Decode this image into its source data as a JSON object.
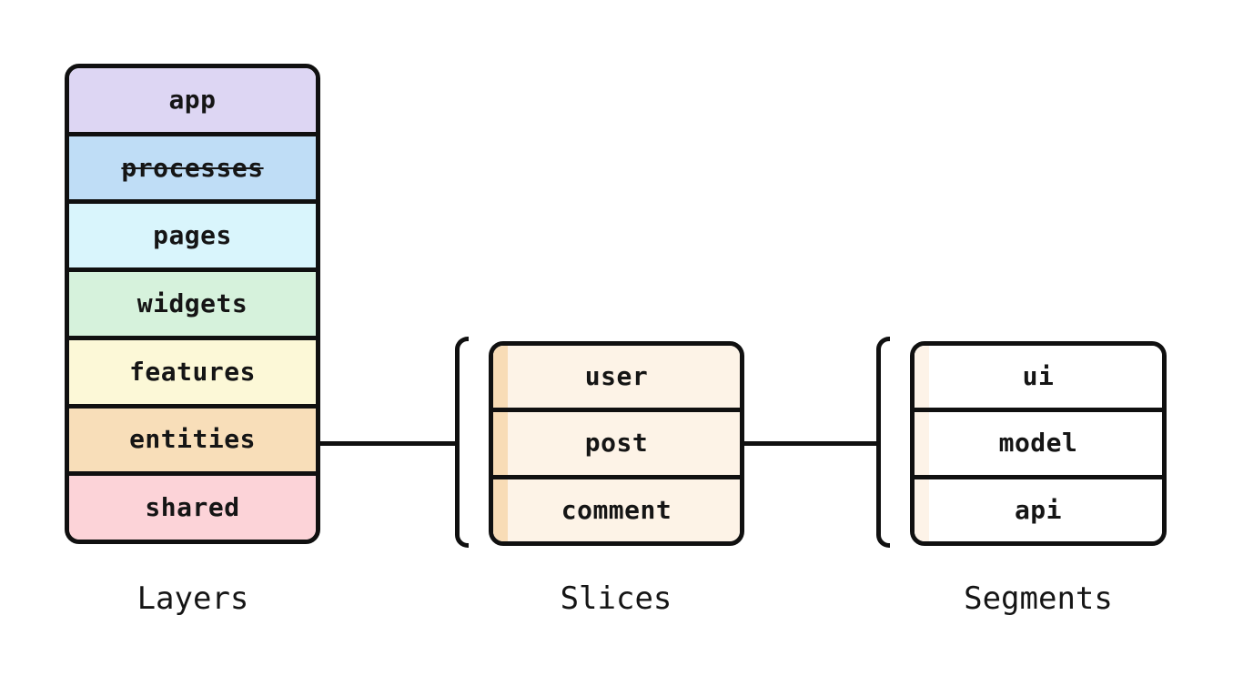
{
  "diagram": {
    "background_color": "#ffffff",
    "stroke_color": "#101010",
    "text_color": "#151515",
    "columns": [
      {
        "caption": "Layers",
        "items": [
          {
            "label": "app",
            "color": "#ddd6f3"
          },
          {
            "label": "processes",
            "color": "#bfddf6",
            "deprecated": true
          },
          {
            "label": "pages",
            "color": "#d9f5fc"
          },
          {
            "label": "widgets",
            "color": "#d6f2dc"
          },
          {
            "label": "features",
            "color": "#fcf8d7"
          },
          {
            "label": "entities",
            "color": "#f8deb9"
          },
          {
            "label": "shared",
            "color": "#fcd3d8"
          }
        ]
      },
      {
        "caption": "Slices",
        "items": [
          {
            "label": "user",
            "color": "#fdf3e7",
            "strip": "#f8dcb6"
          },
          {
            "label": "post",
            "color": "#fdf3e7",
            "strip": "#f8dcb6"
          },
          {
            "label": "comment",
            "color": "#fdf3e7",
            "strip": "#f8dcb6"
          }
        ]
      },
      {
        "caption": "Segments",
        "items": [
          {
            "label": "ui",
            "color": "#ffffff",
            "strip": "#fdf3e8"
          },
          {
            "label": "model",
            "color": "#ffffff",
            "strip": "#fdf3e8"
          },
          {
            "label": "api",
            "color": "#ffffff",
            "strip": "#fdf3e8"
          }
        ]
      }
    ]
  }
}
